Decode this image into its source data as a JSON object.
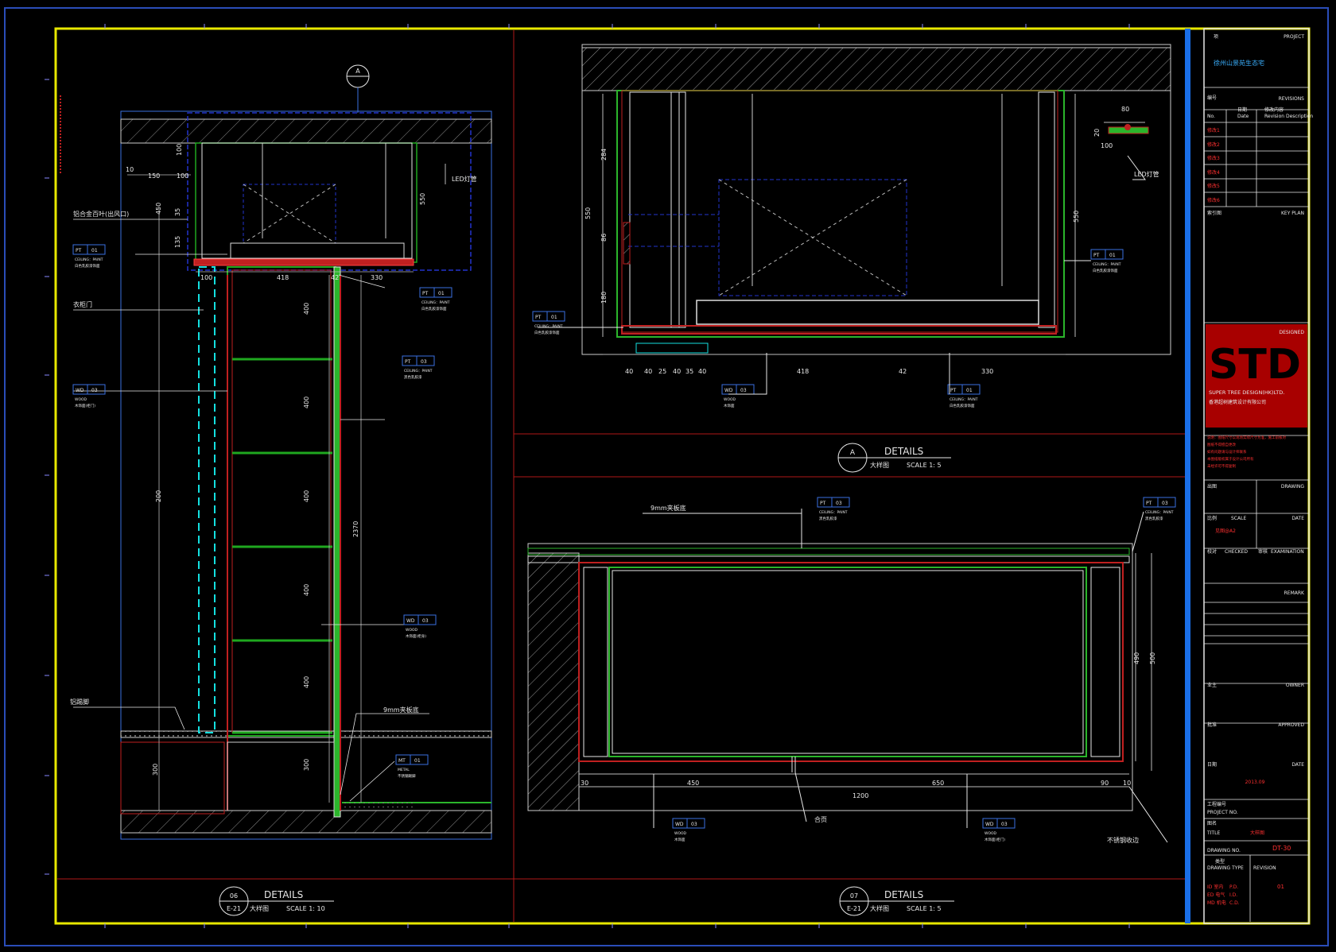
{
  "section_marker": "A",
  "left_detail": {
    "labels": {
      "vent": "铝合金百叶(出风口)",
      "door": "衣柜门",
      "baseboard": "铝踢脚",
      "plywood": "9mm夹板底",
      "led": "LED灯管"
    },
    "dims_top": [
      "10",
      "150",
      "100"
    ],
    "dims_row": [
      "100",
      "418",
      "42",
      "330"
    ],
    "dims_vert": [
      "100",
      "450",
      "35",
      "135",
      "550",
      "200"
    ],
    "shelf_dims": [
      "400",
      "400",
      "400",
      "400",
      "400"
    ],
    "dims_misc": [
      "300",
      "300",
      "2370"
    ],
    "tags": [
      {
        "code": "PT",
        "num": "01",
        "sub": "CEILING：PAINT",
        "note": "白色乳胶漆饰面"
      },
      {
        "code": "PT",
        "num": "01",
        "sub": "CEILING：PAINT",
        "note": "白色乳胶漆饰面"
      },
      {
        "code": "PT",
        "num": "03",
        "sub": "CEILING：PAINT",
        "note": "黑色乳胶漆"
      },
      {
        "code": "WD",
        "num": "03",
        "sub": "WOOD",
        "note": "木饰面(柜门)"
      },
      {
        "code": "WD",
        "num": "03",
        "sub": "WOOD",
        "note": "木饰面(柜身)"
      },
      {
        "code": "MT",
        "num": "01",
        "sub": "METAL",
        "note": "不锈钢踢脚"
      }
    ],
    "title": "DETAILS",
    "title_cn": "大样图",
    "scale": "SCALE  1:  10",
    "bubble_top": "06",
    "bubble_bottom": "E-21"
  },
  "top_right_detail": {
    "led": "LED灯管",
    "dims_bottom": [
      "40",
      "40",
      "25",
      "40",
      "35",
      "40",
      "418",
      "42",
      "330"
    ],
    "dims_vert_left": [
      "284",
      "86",
      "180",
      "550"
    ],
    "dims_vert_right": [
      "80",
      "20",
      "100",
      "550"
    ],
    "tags": [
      {
        "code": "PT",
        "num": "01",
        "sub": "CEILING：PAINT",
        "note": "白色乳胶漆饰面"
      },
      {
        "code": "PT",
        "num": "01",
        "sub": "CEILING：PAINT",
        "note": "白色乳胶漆饰面"
      },
      {
        "code": "WD",
        "num": "03",
        "sub": "WOOD",
        "note": "木饰面"
      },
      {
        "code": "PT",
        "num": "01",
        "sub": "CEILING：PAINT",
        "note": "白色乳胶漆饰面"
      }
    ],
    "title": "DETAILS",
    "title_cn": "大样图",
    "scale": "SCALE  1:  5",
    "bubble": "A"
  },
  "bottom_right_detail": {
    "plywood": "9mm夹板底",
    "hinge": "合页",
    "steel": "不锈钢收边",
    "dims_bottom": [
      "30",
      "450",
      "650",
      "90",
      "10"
    ],
    "dim_total": "1200",
    "dims_vert": [
      "490",
      "500"
    ],
    "tags": [
      {
        "code": "PT",
        "num": "03",
        "sub": "CEILING：PAINT",
        "note": "黑色乳胶漆"
      },
      {
        "code": "PT",
        "num": "03",
        "sub": "CEILING：PAINT",
        "note": "黑色乳胶漆"
      },
      {
        "code": "WD",
        "num": "03",
        "sub": "WOOD",
        "note": "木饰面"
      },
      {
        "code": "WD",
        "num": "03",
        "sub": "WOOD",
        "note": "木饰面(柜门)"
      }
    ],
    "title": "DETAILS",
    "title_cn": "大样图",
    "scale": "SCALE  1:  5",
    "bubble_top": "07",
    "bubble_bottom": "E-21"
  },
  "title_block": {
    "project_label": "PROJECT",
    "project_cn": "项",
    "project_name": "徐州山景苑生态宅",
    "revisions_label": "REVISIONS",
    "rev_hdr": [
      "编号",
      "日期",
      "修改内容"
    ],
    "rev_hdr_en": [
      "No.",
      "Date",
      "Revision Description"
    ],
    "rev_rows": [
      "修改1",
      "修改2",
      "修改3",
      "修改4",
      "修改5",
      "修改6"
    ],
    "keyplan_cn": "索引图",
    "keyplan_label": "KEY PLAN",
    "designed_label": "DESIGNED",
    "logo": "STD",
    "company": "SUPER TREE DESIGN(HK)LTD.",
    "company_cn": "香港超树建筑设计有限公司",
    "notes": [
      "说明：图纸尺寸以现场实际尺寸为准，施工前核对",
      "图纸不得擅自更改",
      "如有问题请与设计师联系",
      "本图纸版权属于设计公司所有",
      "未经许可不得复制"
    ],
    "drawing_label": "DRAWING",
    "drawing_cn": "出图",
    "scale_label": "SCALE",
    "date_label": "DATE",
    "scale_cn": "比例",
    "scale_value": "见图@A2",
    "checked_label": "CHECKED",
    "checked_cn": "校对",
    "exam_label": "EXAMINATION",
    "exam_cn": "审核",
    "remark_label": "REMARK",
    "owner_label": "OWNER",
    "owner_cn": "业主",
    "approved_label": "APPROVED",
    "approved_cn": "批准",
    "date_label2": "DATE",
    "date_cn": "日期",
    "date_value": "2013.09",
    "projno_cn": "工程编号",
    "projno_label": "PROJECT NO.",
    "title_cn": "图名",
    "title_label": "TITLE",
    "title_value": "大样图",
    "drawno_label": "DRAWING NO.",
    "drawno_value": "DT-30",
    "drawtype_label": "DRAWING TYPE",
    "drawtype_cn": "类型",
    "rev_label": "REVISION",
    "rev_value": "01",
    "bottom_rows": [
      {
        "a": "ID 室内",
        "b": "P.D."
      },
      {
        "a": "ED 电气",
        "b": "I.D."
      },
      {
        "a": "MD 机电",
        "b": "C.D."
      }
    ]
  }
}
